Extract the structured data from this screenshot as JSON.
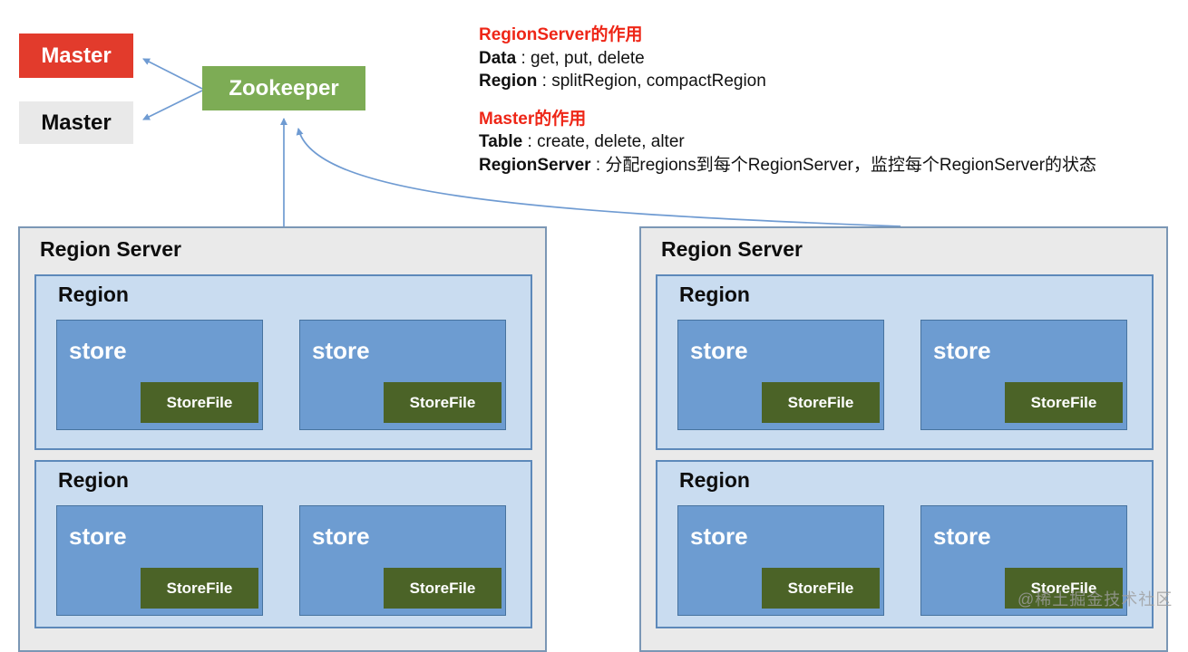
{
  "masters": [
    {
      "label": "Master"
    },
    {
      "label": "Master"
    }
  ],
  "zookeeper": {
    "label": "Zookeeper"
  },
  "annotations": {
    "regionserver": {
      "title": "RegionServer的作用",
      "items": [
        {
          "term": "Data",
          "sep": " : ",
          "desc": "get, put, delete"
        },
        {
          "term": "Region",
          "sep": " : ",
          "desc": "splitRegion, compactRegion"
        }
      ]
    },
    "master": {
      "title": "Master的作用",
      "items": [
        {
          "term": "Table",
          "sep": " : ",
          "desc": "create, delete, alter"
        },
        {
          "term": "RegionServer",
          "sep": " : ",
          "desc": "分配regions到每个RegionServer，监控每个RegionServer的状态"
        }
      ]
    }
  },
  "region_servers": [
    {
      "title": "Region Server",
      "regions": [
        {
          "title": "Region",
          "stores": [
            {
              "label": "store",
              "file": "StoreFile"
            },
            {
              "label": "store",
              "file": "StoreFile"
            }
          ]
        },
        {
          "title": "Region",
          "stores": [
            {
              "label": "store",
              "file": "StoreFile"
            },
            {
              "label": "store",
              "file": "StoreFile"
            }
          ]
        }
      ]
    },
    {
      "title": "Region Server",
      "regions": [
        {
          "title": "Region",
          "stores": [
            {
              "label": "store",
              "file": "StoreFile"
            },
            {
              "label": "store",
              "file": "StoreFile"
            }
          ]
        },
        {
          "title": "Region",
          "stores": [
            {
              "label": "store",
              "file": "StoreFile"
            },
            {
              "label": "store",
              "file": "StoreFile"
            }
          ]
        }
      ]
    }
  ],
  "watermark": "@稀土掘金技术社区",
  "colors": {
    "master_active_bg": "#e23b2c",
    "master_standby_bg": "#e9e9e9",
    "zookeeper_bg": "#7dac55",
    "arrow": "#6f9bd2",
    "note_heading": "#ee2617",
    "region_server_bg": "#eaeaea",
    "region_server_border": "#7b97b5",
    "region_bg": "#c9dcf0",
    "region_border": "#5d89ba",
    "store_bg": "#6d9cd1",
    "store_border": "#47739f",
    "storefile_bg": "#4b6327"
  }
}
